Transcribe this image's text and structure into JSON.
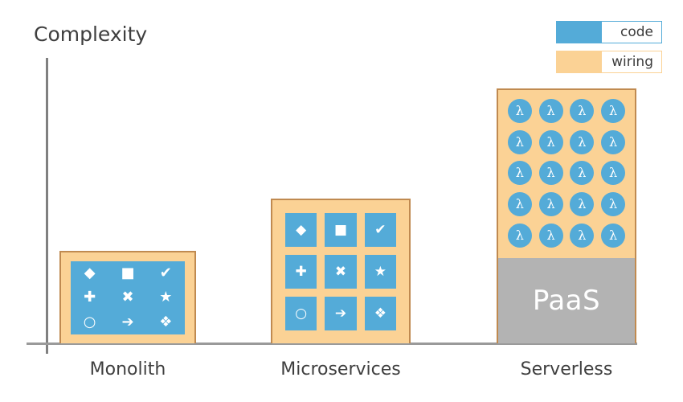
{
  "chart_data": {
    "type": "bar",
    "title": "",
    "ylabel": "Complexity",
    "xlabel": "",
    "grid": false,
    "legend_position": "top-right",
    "categories": [
      "Monolith",
      "Microservices",
      "Serverless"
    ],
    "series": [
      {
        "name": "code",
        "color": "#54abd8",
        "values": [
          1,
          9,
          20
        ]
      },
      {
        "name": "wiring",
        "color": "#fbd295",
        "values": [
          1,
          9,
          20
        ]
      }
    ],
    "bar_heights_relative": [
      115,
      180,
      317
    ],
    "annotations": [
      "PaaS"
    ],
    "notes": "Monolith = one code block in a thin wiring frame; Microservices = 9 code tiles in wiring; Serverless = 20 lambda functions in wiring on top of a PaaS platform block"
  },
  "axes": {
    "y_title": "Complexity",
    "x_labels": [
      "Monolith",
      "Microservices",
      "Serverless"
    ],
    "axis_color": "#808080"
  },
  "legend": {
    "items": [
      {
        "label": "code",
        "color": "#54abd8"
      },
      {
        "label": "wiring",
        "color": "#fbd295"
      }
    ]
  },
  "bars": {
    "monolith": {
      "label": "Monolith",
      "wiring_color": "#fbd295",
      "code_color": "#54abd8",
      "glyphs": [
        "◆",
        "■",
        "✔",
        "✚",
        "✖",
        "★",
        "○",
        "➔",
        "❖"
      ]
    },
    "microservices": {
      "label": "Microservices",
      "wiring_color": "#fbd295",
      "code_color": "#54abd8",
      "glyphs": [
        "◆",
        "■",
        "✔",
        "✚",
        "✖",
        "★",
        "○",
        "➔",
        "❖"
      ]
    },
    "serverless": {
      "label": "Serverless",
      "wiring_color": "#fbd295",
      "code_color": "#54abd8",
      "function_glyph": "λ",
      "function_count": 20,
      "platform_label": "PaaS",
      "platform_color": "#b3b3b3",
      "functions": [
        "λ",
        "λ",
        "λ",
        "λ",
        "λ",
        "λ",
        "λ",
        "λ",
        "λ",
        "λ",
        "λ",
        "λ",
        "λ",
        "λ",
        "λ",
        "λ",
        "λ",
        "λ",
        "λ",
        "λ"
      ]
    }
  }
}
